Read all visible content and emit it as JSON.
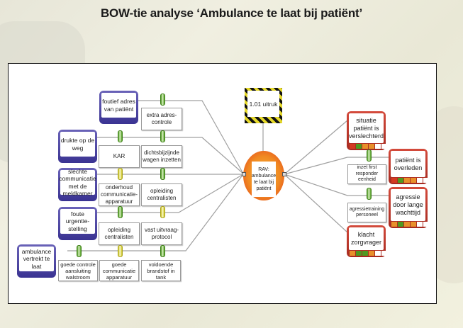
{
  "title": "BOW-tie analyse ‘Ambulance te laat bij patiënt’",
  "hazard": {
    "label": "1.01 uitruk"
  },
  "top_event": {
    "label": "RAV: ambulance te laat bij patiënt"
  },
  "threats": [
    {
      "label": "foutief adres van patiënt",
      "barriers": [
        {
          "label": "extra adres-controle",
          "status": "green"
        }
      ]
    },
    {
      "label": "drukte op de weg",
      "barriers": [
        {
          "label": "KAR",
          "status": "green"
        },
        {
          "label": "dichtsbijzijnde wagen inzetten",
          "status": "green"
        }
      ]
    },
    {
      "label": "slechte communicatie met de meldkamer",
      "barriers": [
        {
          "label": "onderhoud communicatie-apparatuur",
          "status": "yellow"
        },
        {
          "label": "opleiding centralisten",
          "status": "green"
        }
      ]
    },
    {
      "label": "foute urgentie-stelling",
      "barriers": [
        {
          "label": "opleiding centralisten",
          "status": "green"
        },
        {
          "label": "vast uitvraag-protocol",
          "status": "yellow"
        }
      ]
    },
    {
      "label": "ambulance vertrekt te laat",
      "barriers": [
        {
          "label": "goede controle aansluiting walstroom",
          "status": "green"
        },
        {
          "label": "goede communicatie apparatuur",
          "status": "yellow"
        },
        {
          "label": "voldoende brandstof in tank",
          "status": "green"
        }
      ]
    }
  ],
  "consequences": [
    {
      "label": "situatie patiënt is verslechterd",
      "barriers": []
    },
    {
      "label": "patiënt is overleden",
      "barriers": [
        {
          "label": "inzet first responder eenheid",
          "status": "green"
        }
      ]
    },
    {
      "label": "agressie door lange wachttijd",
      "barriers": [
        {
          "label": "agressietraining personeel",
          "status": "green"
        }
      ]
    },
    {
      "label": "klacht zorgvrager",
      "barriers": []
    }
  ],
  "colors": {
    "threat": "#4a43a0",
    "consequence": "#c0392b",
    "barrier_green": "#4e9a20",
    "barrier_yellow": "#c9c220",
    "top_event": "#f08a22",
    "risk_matrix": [
      "#d43b22",
      "#4e9a20",
      "#e8902a",
      "#e8902a",
      "#ffffff",
      "#ffffff"
    ]
  }
}
